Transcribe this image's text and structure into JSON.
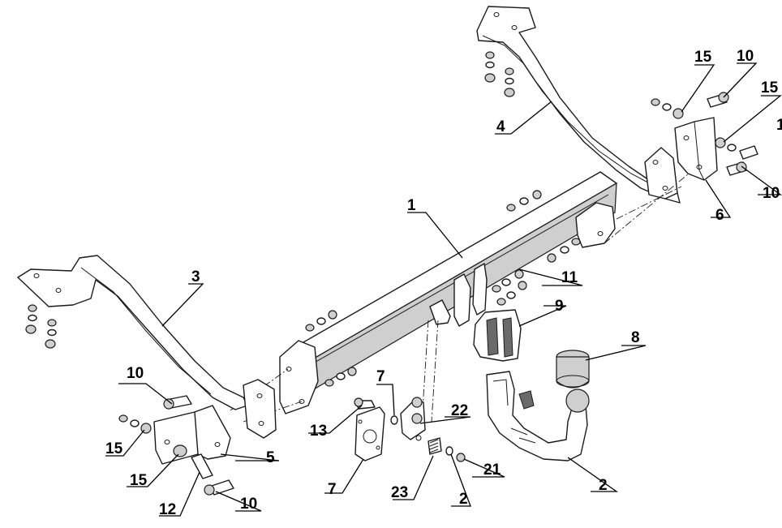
{
  "callouts": [
    {
      "id": "c1",
      "text": "1"
    },
    {
      "id": "c2a",
      "text": "2"
    },
    {
      "id": "c2b",
      "text": "2"
    },
    {
      "id": "c3",
      "text": "3"
    },
    {
      "id": "c4",
      "text": "4"
    },
    {
      "id": "c5",
      "text": "5"
    },
    {
      "id": "c6",
      "text": "6"
    },
    {
      "id": "c7a",
      "text": "7"
    },
    {
      "id": "c7b",
      "text": "7"
    },
    {
      "id": "c8",
      "text": "8"
    },
    {
      "id": "c9",
      "text": "9"
    },
    {
      "id": "c10a",
      "text": "10"
    },
    {
      "id": "c10b",
      "text": "10"
    },
    {
      "id": "c10c",
      "text": "10"
    },
    {
      "id": "c10d",
      "text": "10"
    },
    {
      "id": "c11",
      "text": "11"
    },
    {
      "id": "c12",
      "text": "12"
    },
    {
      "id": "c13",
      "text": "13"
    },
    {
      "id": "c15a",
      "text": "15"
    },
    {
      "id": "c15b",
      "text": "15"
    },
    {
      "id": "c15c",
      "text": "15"
    },
    {
      "id": "c15d",
      "text": "15"
    },
    {
      "id": "c1x",
      "text": "1"
    },
    {
      "id": "c21",
      "text": "21"
    },
    {
      "id": "c22",
      "text": "22"
    },
    {
      "id": "c23",
      "text": "23"
    }
  ]
}
